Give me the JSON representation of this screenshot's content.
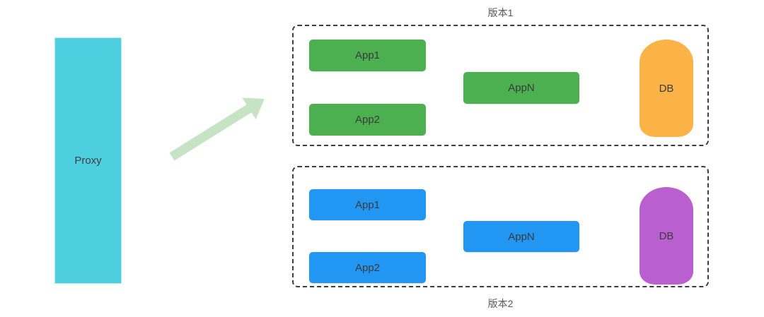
{
  "proxy": {
    "label": "Proxy",
    "color": "#4dcfe0"
  },
  "arrow": {
    "color": "#c6e3c3"
  },
  "groups": [
    {
      "title": "版本1",
      "apps": [
        {
          "label": "App1",
          "color": "#4caf50"
        },
        {
          "label": "App2",
          "color": "#4caf50"
        },
        {
          "label": "AppN",
          "color": "#4caf50"
        }
      ],
      "db": {
        "label": "DB",
        "color": "#fbb347"
      }
    },
    {
      "title": "版本2",
      "apps": [
        {
          "label": "App1",
          "color": "#2196f3"
        },
        {
          "label": "App2",
          "color": "#2196f3"
        },
        {
          "label": "AppN",
          "color": "#2196f3"
        }
      ],
      "db": {
        "label": "DB",
        "color": "#ba5fd0"
      }
    }
  ]
}
